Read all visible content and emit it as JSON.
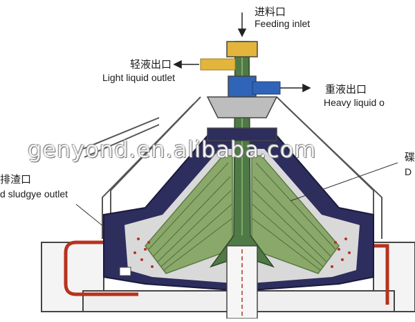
{
  "labels": {
    "feeding_inlet_zh": "进料口",
    "feeding_inlet_en": "Feeding inlet",
    "light_outlet_zh": "轻液出口",
    "light_outlet_en": "Light liquid outlet",
    "heavy_outlet_zh": "重液出口",
    "heavy_outlet_en": "Heavy liquid o",
    "sludge_outlet_zh": "排渣口",
    "sludge_outlet_en": "d sludgye outlet",
    "disc_zh": "碟",
    "disc_en": "D"
  },
  "watermark": "genyond.en.alibaba.com",
  "colors": {
    "light_liquid_pipe": "#e3b53c",
    "heavy_liquid_pipe": "#2f64b8",
    "bowl": "#2d2d5e",
    "disc_stack": "#8aa86a",
    "central_tube": "#4f7a45",
    "sludge_path": "#b8321e"
  }
}
